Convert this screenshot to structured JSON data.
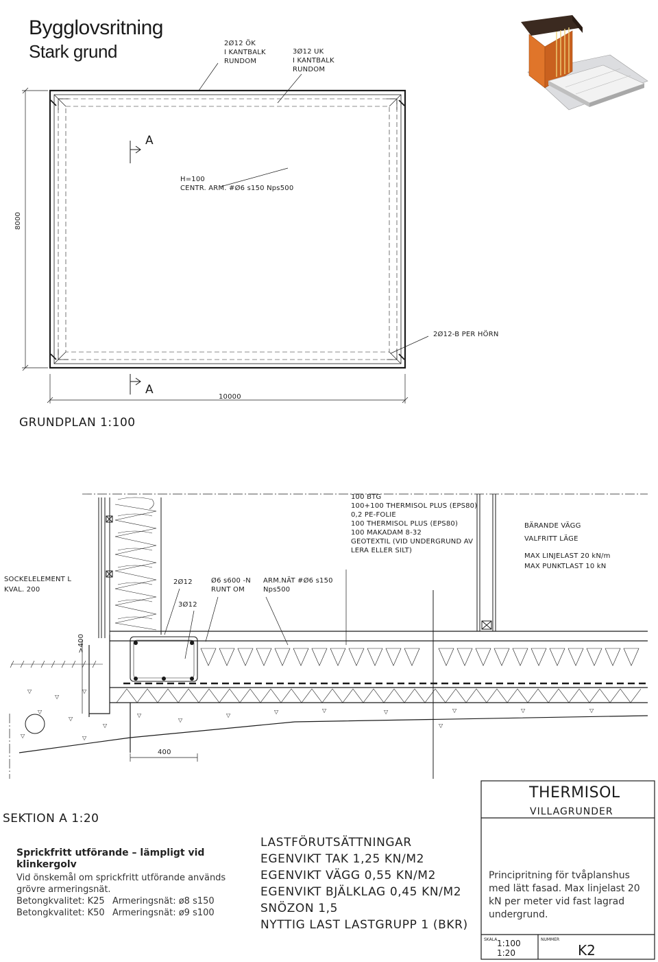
{
  "title": {
    "line1": "Bygglovsritning",
    "line2": "Stark grund"
  },
  "plan": {
    "callout_ok": "2Ø12 ÖK\nI KANTBALK\nRUNDOM",
    "callout_uk": "3Ø12 UK\nI KANTBALK\nRUNDOM",
    "section_marker": "A",
    "center_arm": "H=100\nCENTR. ARM. #Ø6 s150 Nps500",
    "dim_height": "8000",
    "dim_width": "10000",
    "corner_callout": "2Ø12-B PER HÖRN",
    "caption": "GRUNDPLAN 1:100"
  },
  "section": {
    "layers": "100 BTG\n100+100 THERMISOL PLUS (EPS80)\n0,2  PE-FOLIE\n100 THERMISOL PLUS (EPS80)\n100 MAKADAM 8-32\nGEOTEXTIL (VID UNDERGRUND AV\n              LERA ELLER SILT)",
    "wall_title": "BÄRANDE VÄGG",
    "wall_position": "VALFRITT LÄGE",
    "max_line_load": "MAX LINJELAST 20 kN/m",
    "max_point_load": "MAX PUNKTLAST 10 kN",
    "socket_element": "SOCKELELEMENT L",
    "kval": "KVAL. 200",
    "rebar_2": "2Ø12",
    "rebar_3": "3Ø12",
    "stirrups": "Ø6 s600 -N\nRUNT OM",
    "mesh": "ARM.NÄT #Ø6 s150\nNps500",
    "dim_depth": ">400",
    "dim_width": "400",
    "caption": "SEKTION A 1:20"
  },
  "notes": {
    "heading": "Sprickfritt utförande – lämpligt vid klinkergolv",
    "body": "Vid önskemål om sprickfritt utförande används grövre armeringsnät.",
    "quality_1_label": "Betongkvalitet: K25",
    "quality_1_mesh": "Armeringsnät: ø8 s150",
    "quality_2_label": "Betongkvalitet: K50",
    "quality_2_mesh": "Armeringsnät: ø9 s100"
  },
  "loads": {
    "heading": "LASTFÖRUTSÄTTNINGAR",
    "roof": "EGENVIKT TAK 1,25 KN/M2",
    "wall": "EGENVIKT VÄGG 0,55 KN/M2",
    "joist": "EGENVIKT BJÄLKLAG 0,45 KN/M2",
    "snow": "SNÖZON 1,5",
    "live": "NYTTIG LAST LASTGRUPP 1 (BKR)"
  },
  "title_block": {
    "brand": "THERMISOL",
    "sub": "VILLAGRUNDER",
    "description": "Principritning för tvåplanshus med lätt fasad. Max linjelast 20 kN per meter vid fast lagrad undergrund.",
    "scale_label": "SKALA",
    "scale_1": "1:100",
    "scale_2": "1:20",
    "number_label": "NUMMER",
    "number": "K2"
  }
}
